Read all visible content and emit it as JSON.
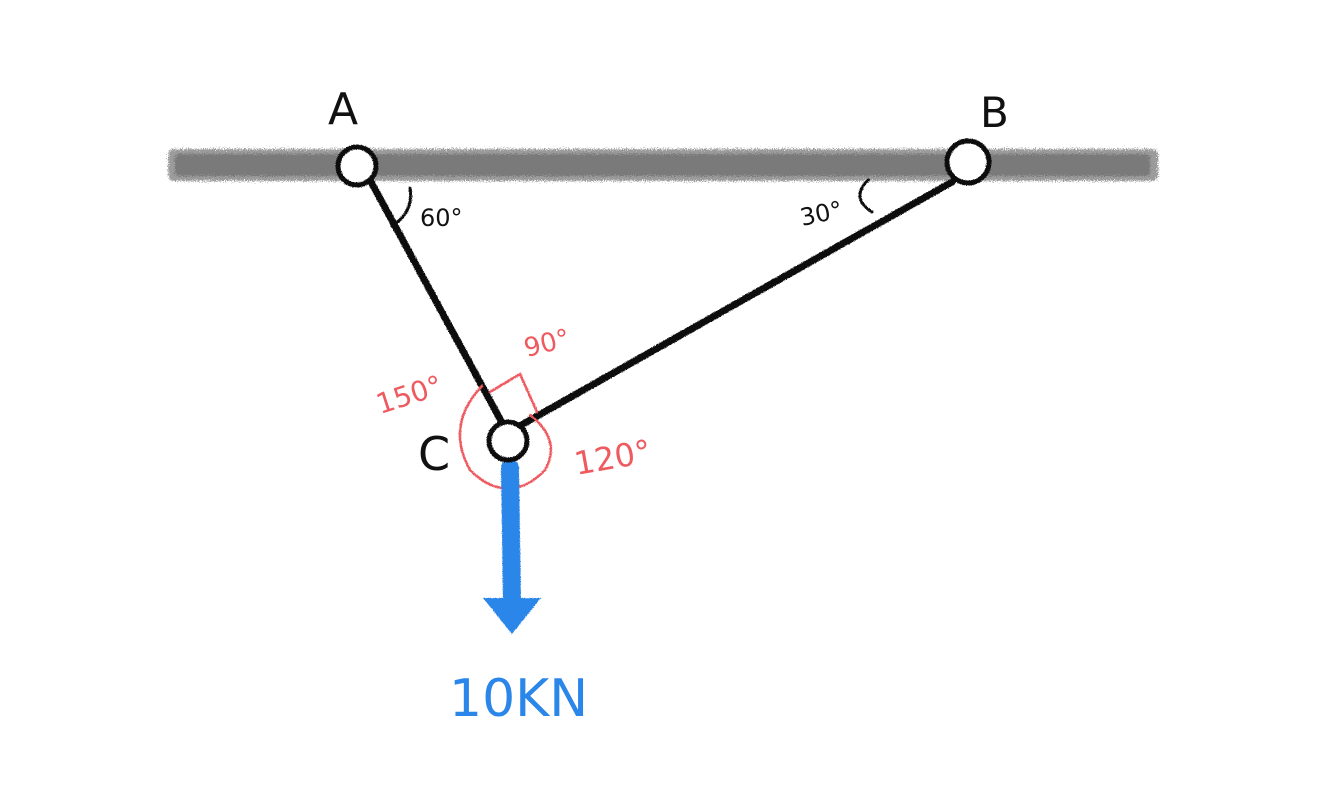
{
  "labels": {
    "point_a": "A",
    "point_b": "B",
    "point_c": "C",
    "angle_a": "60°",
    "angle_b": "30°",
    "angle_c_ac": "150°",
    "angle_c_right": "90°",
    "angle_c_bc": "120°",
    "load": "10KN"
  },
  "colors": {
    "ceiling": "#7a7a7a",
    "member": "#111111",
    "angle_marks": "#ee5a60",
    "load": "#2a86e8",
    "background": "#ffffff"
  },
  "icons": {
    "pin_a": "pin-joint-icon",
    "pin_b": "pin-joint-icon",
    "pin_c": "pin-joint-icon",
    "load_arrow": "arrow-down-icon"
  }
}
